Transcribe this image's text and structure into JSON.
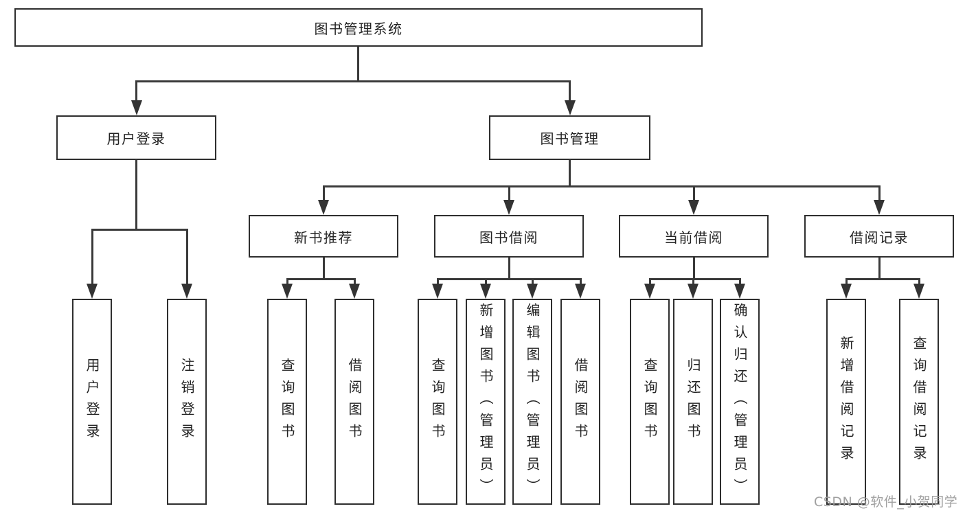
{
  "diagram": {
    "root": {
      "label": "图书管理系统"
    },
    "level2": [
      {
        "label": "用户登录"
      },
      {
        "label": "图书管理"
      }
    ],
    "level3": [
      {
        "label": "新书推荐"
      },
      {
        "label": "图书借阅"
      },
      {
        "label": "当前借阅"
      },
      {
        "label": "借阅记录"
      }
    ],
    "leaves": [
      {
        "label": "用户登录"
      },
      {
        "label": "注销登录"
      },
      {
        "label": "查询图书"
      },
      {
        "label": "借阅图书"
      },
      {
        "label": "查询图书"
      },
      {
        "label": "新增图书（管理员）"
      },
      {
        "label": "编辑图书（管理员）"
      },
      {
        "label": "借阅图书"
      },
      {
        "label": "查询图书"
      },
      {
        "label": "归还图书"
      },
      {
        "label": "确认归还（管理员）"
      },
      {
        "label": "新增借阅记录"
      },
      {
        "label": "查询借阅记录"
      }
    ],
    "colors": {
      "line": "#3a3a3a",
      "border": "#2e2e2e",
      "text": "#232323",
      "watermark": "#9b9b9b",
      "background": "#ffffff"
    }
  },
  "watermark": {
    "text": "CSDN @软件_小贺同学"
  }
}
